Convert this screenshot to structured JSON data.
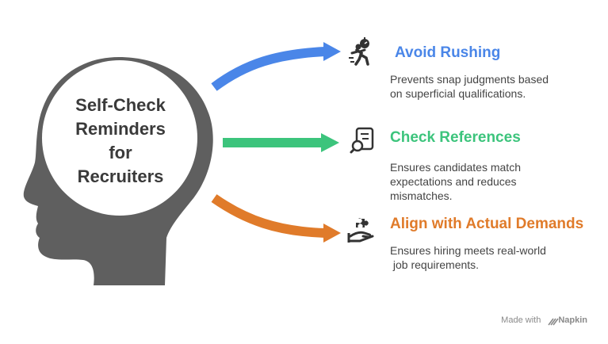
{
  "central": {
    "lines": [
      "Self-Check",
      "Reminders",
      "for",
      "Recruiters"
    ]
  },
  "items": [
    {
      "title": "Avoid Rushing",
      "color": "#4a86e8",
      "icon": "running-person-stopwatch-icon",
      "desc_lines": [
        "Prevents snap judgments based",
        "on superficial qualifications."
      ]
    },
    {
      "title": "Check References",
      "color": "#3cc47c",
      "icon": "document-search-icon",
      "desc_lines": [
        "Ensures candidates match",
        "expectations and reduces",
        "mismatches."
      ]
    },
    {
      "title": "Align with Actual Demands",
      "color": "#e07b2a",
      "icon": "hand-puzzle-piece-icon",
      "desc_lines": [
        "Ensures hiring meets real-world",
        " job requirements."
      ]
    }
  ],
  "head_color": "#5f5f5f",
  "footer": {
    "made_with": "Made with",
    "brand": "Napkin",
    "icon": "napkin-logo-icon"
  }
}
